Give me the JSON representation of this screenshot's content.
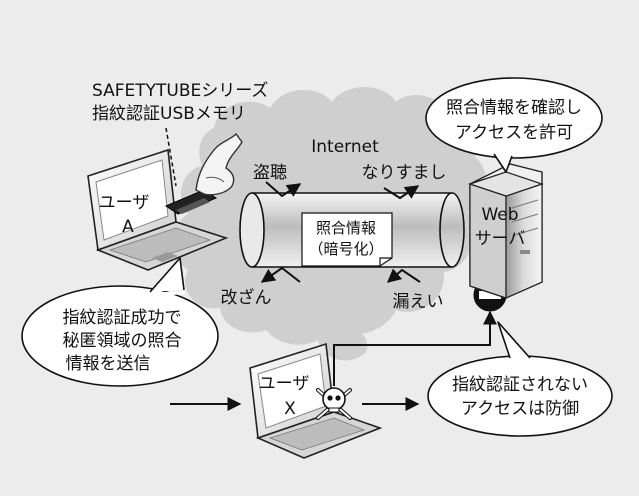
{
  "product_label": {
    "line1": "SAFETYTUBEシリーズ",
    "line2": "指紋認証USBメモリ"
  },
  "cloud": {
    "label": "Internet"
  },
  "tunnel": {
    "line1": "照合情報",
    "line2": "（暗号化）"
  },
  "threats": {
    "eavesdrop": "盗聴",
    "spoofing": "なりすまし",
    "tampering": "改ざん",
    "leakage": "漏えい"
  },
  "user_a": {
    "line1": "ユーザ",
    "line2": "A"
  },
  "user_x": {
    "line1": "ユーザ",
    "line2": "X"
  },
  "server": {
    "line1": "Web",
    "line2": "サーバ"
  },
  "callouts": {
    "server": {
      "line1": "照合情報を確認し",
      "line2": "アクセスを許可"
    },
    "user_a": {
      "line1": "指紋認証成功で",
      "line2": "秘匿領域の照合",
      "line3": "情報を送信"
    },
    "block": {
      "line1": "指紋認証されない",
      "line2": "アクセスは防御"
    }
  },
  "icons": [
    "laptop-icon",
    "usb-key-icon",
    "hand-icon",
    "server-icon",
    "skull-crossbones-icon",
    "no-entry-icon",
    "cloud-icon"
  ],
  "colors": {
    "background": "#ececec",
    "cloud": "#cfcfcf",
    "outline": "#111111",
    "panel": "#ffffff"
  }
}
